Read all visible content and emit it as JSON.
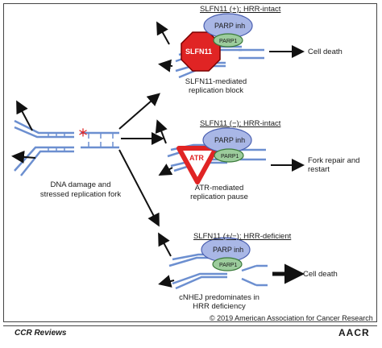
{
  "left_panel": {
    "caption_line1": "DNA damage and",
    "caption_line2": "stressed replication fork"
  },
  "panel_top": {
    "header": "SLFN11 (+); HRR-intact",
    "parp_inh": "PARP inh",
    "parp1": "PARP1",
    "blocker": "SLFN11",
    "caption_line1": "SLFN11-mediated",
    "caption_line2": "replication block",
    "outcome": "Cell death"
  },
  "panel_middle": {
    "header": "SLFN11 (−); HRR-intact",
    "parp_inh": "PARP inh",
    "parp1": "PARP1",
    "blocker": "ATR",
    "caption_line1": "ATR-mediated",
    "caption_line2": "replication pause",
    "outcome_line1": "Fork repair and",
    "outcome_line2": "restart"
  },
  "panel_bottom": {
    "header": "SLFN11 (+/−); HRR-deficient",
    "parp_inh": "PARP inh",
    "parp1": "PARP1",
    "caption_line1": "cNHEJ predominates in",
    "caption_line2": "HRR deficiency",
    "outcome": "Cell death"
  },
  "footer": {
    "copyright": "© 2019 American Association for Cancer Research",
    "journal": "CCR Reviews",
    "brand": "AACR"
  },
  "colors": {
    "dna": "#6c8fd0",
    "parp_inh": "#a9b7e6",
    "parp1": "#9ccc9c",
    "stop": "#e02424",
    "damage": "#e02424"
  }
}
